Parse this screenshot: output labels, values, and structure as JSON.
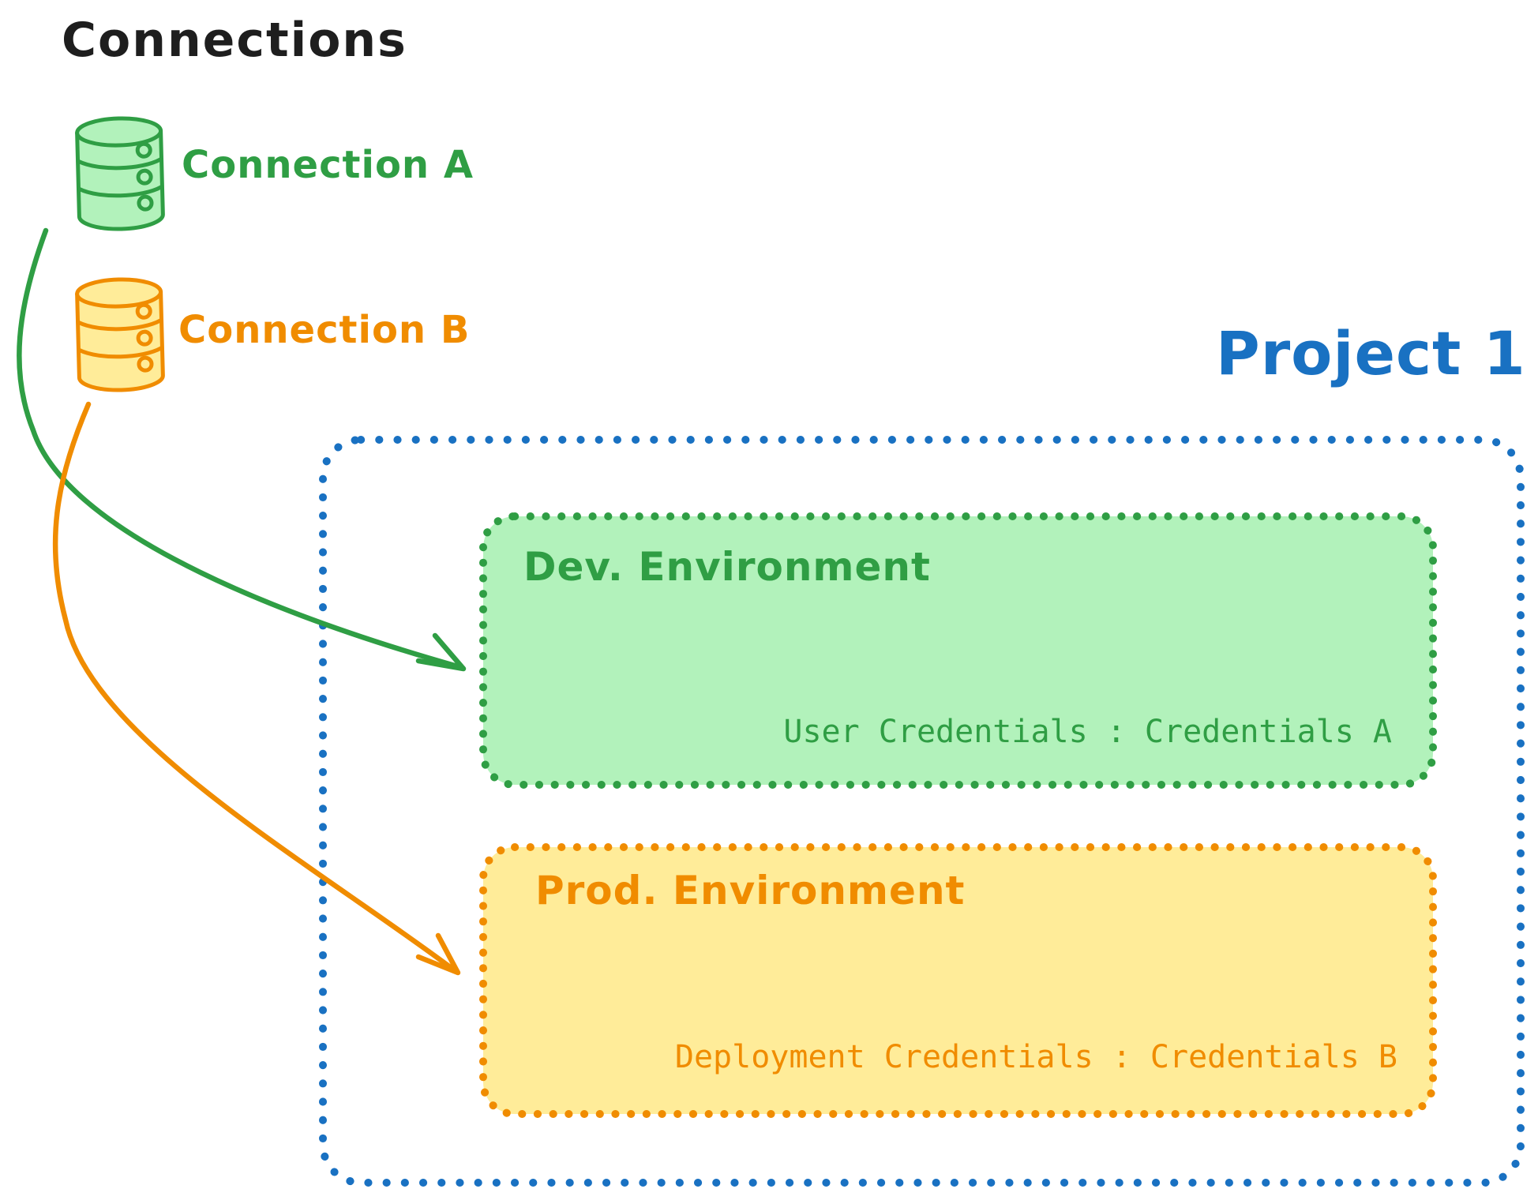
{
  "title": "Connections",
  "colors": {
    "ink": "#1e1e1e",
    "blue": "#1971c2",
    "green": "#2f9e44",
    "green_fill": "#b2f2bb",
    "orange": "#f08c00",
    "orange_fill": "#ffec99",
    "background": "#ffffff"
  },
  "connections": [
    {
      "label": "Connection A",
      "icon": "database-icon",
      "color": "#2f9e44"
    },
    {
      "label": "Connection B",
      "icon": "database-icon",
      "color": "#f08c00"
    }
  ],
  "project": {
    "title": "Project 1",
    "environments": [
      {
        "name": "Dev. Environment",
        "credential_assignment": "User Credentials : Credentials A"
      },
      {
        "name": "Prod. Environment",
        "credential_assignment": "Deployment Credentials : Credentials B"
      }
    ]
  }
}
